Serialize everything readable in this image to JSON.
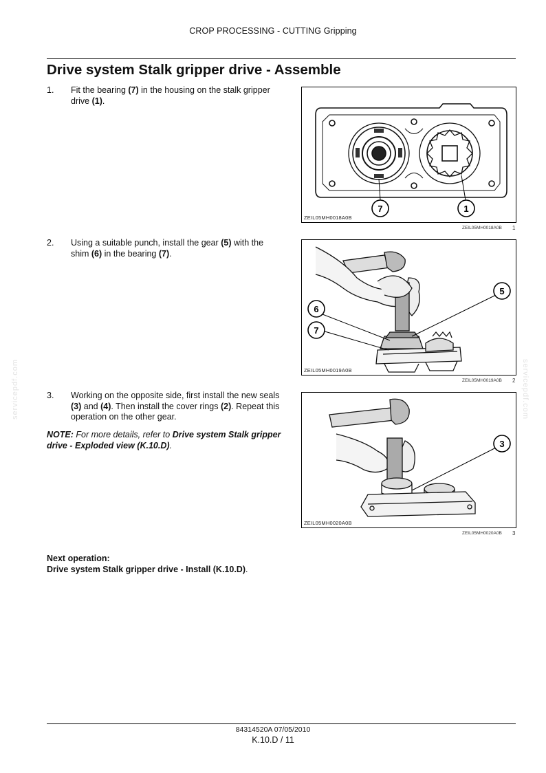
{
  "header": {
    "section": "CROP PROCESSING - CUTTING Gripping"
  },
  "title": "Drive system Stalk gripper drive - Assemble",
  "steps": [
    {
      "num": "1.",
      "parts": [
        "Fit the bearing ",
        "(7)",
        " in the housing on the stalk gripper drive ",
        "(1)",
        "."
      ]
    },
    {
      "num": "2.",
      "parts": [
        "Using a suitable punch, install the gear ",
        "(5)",
        " with the shim ",
        "(6)",
        " in the bearing ",
        "(7)",
        "."
      ]
    },
    {
      "num": "3.",
      "parts": [
        "Working on the opposite side, first install the new seals ",
        "(3)",
        " and ",
        "(4)",
        ". Then install the cover rings ",
        "(2)",
        ". Repeat this operation on the other gear."
      ]
    }
  ],
  "note": {
    "label": "NOTE:",
    "text_before": " For more details, refer to ",
    "ref": "Drive system Stalk gripper drive - Exploded view (K.10.D)",
    "text_after": "."
  },
  "figures": [
    {
      "code": "ZEIL05MH0018A0B",
      "caption_code": "ZEIL05MH0018A0B",
      "number": "1",
      "callouts": [
        "7",
        "1"
      ]
    },
    {
      "code": "ZEIL05MH0019A0B",
      "caption_code": "ZEIL05MH0019A0B",
      "number": "2",
      "callouts": [
        "5",
        "6",
        "7"
      ]
    },
    {
      "code": "ZEIL05MH0020A0B",
      "caption_code": "ZEIL05MH0020A0B",
      "number": "3",
      "callouts": [
        "3"
      ]
    }
  ],
  "next_operation": {
    "label": "Next operation:",
    "ref": "Drive system Stalk gripper drive - Install (K.10.D)",
    "suffix": "."
  },
  "watermark": "servicepdf.com",
  "footer": {
    "doc": "84314520A 07/05/2010",
    "page": "K.10.D / 11"
  }
}
